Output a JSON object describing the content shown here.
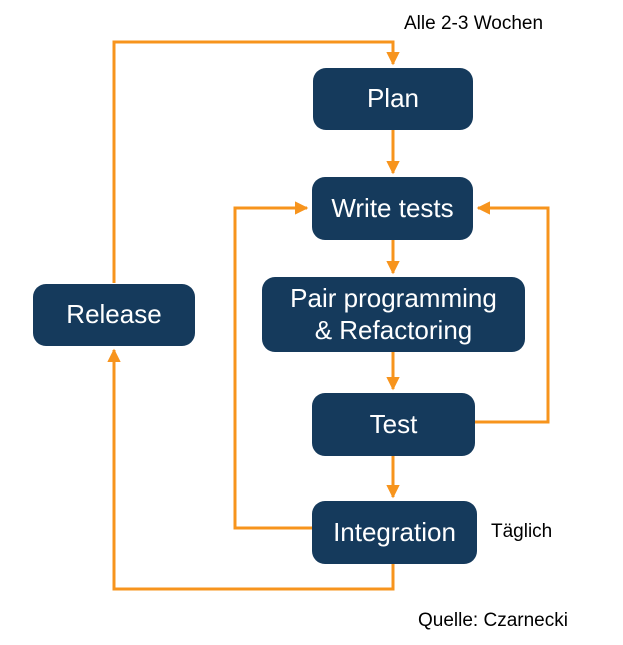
{
  "colors": {
    "canvas-bg": "#ffffff",
    "node-fill": "#153A5C",
    "node-text": "#ffffff",
    "arrow": "#F7941D",
    "label-text": "#000000"
  },
  "diagram": {
    "nodes": {
      "plan": "Plan",
      "write_tests": "Write tests",
      "pair_programming": "Pair programming\n& Refactoring",
      "test": "Test",
      "integration": "Integration",
      "release": "Release"
    },
    "annotations": {
      "cycle": "Alle 2-3 Wochen",
      "daily": "Täglich",
      "source": "Quelle: Czarnecki"
    }
  }
}
